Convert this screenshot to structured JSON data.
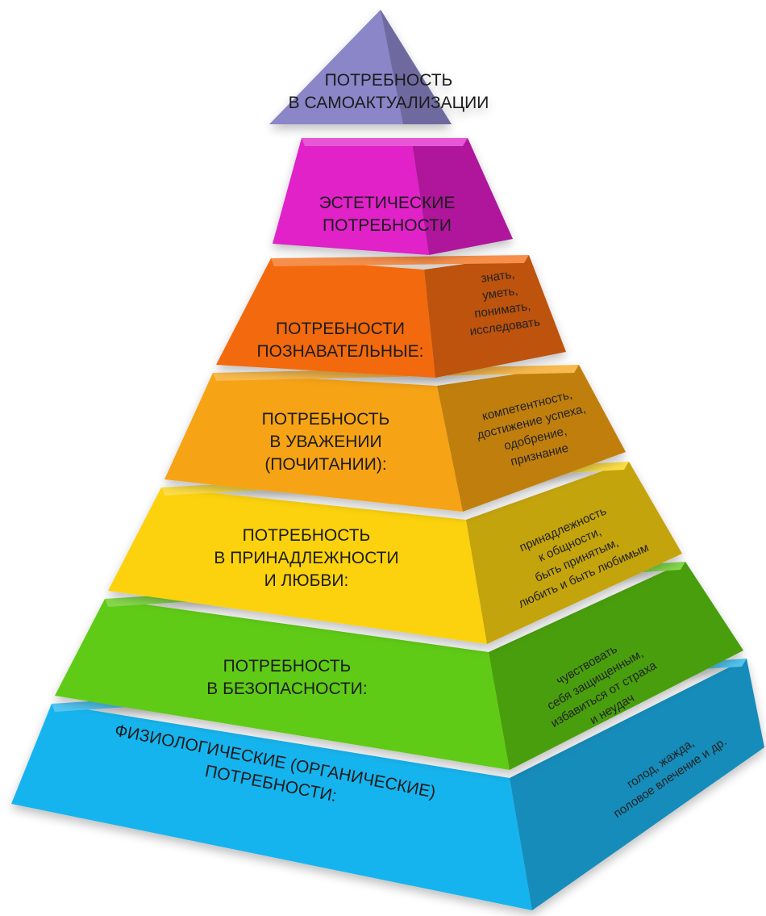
{
  "pyramid": {
    "levels": [
      {
        "id": "self-actualization",
        "label_lines": [
          "ПОТРЕБНОСТЬ",
          "В САМОАКТУАЛИЗАЦИИ"
        ],
        "details_lines": [],
        "color": "#8a86c8"
      },
      {
        "id": "aesthetic",
        "label_lines": [
          "ЭСТЕТИЧЕСКИЕ",
          "ПОТРЕБНОСТИ"
        ],
        "details_lines": [],
        "color": "#e020c8"
      },
      {
        "id": "cognitive",
        "label_lines": [
          "ПОТРЕБНОСТИ",
          "ПОЗНАВАТЕЛЬНЫЕ:"
        ],
        "details_lines": [
          "знать,",
          "уметь,",
          "понимать,",
          "исследовать"
        ],
        "color": "#f26a10"
      },
      {
        "id": "esteem",
        "label_lines": [
          "ПОТРЕБНОСТЬ",
          "В УВАЖЕНИИ",
          "(ПОЧИТАНИИ):"
        ],
        "details_lines": [
          "компетентность,",
          "достижение успеха,",
          "одобрение,",
          "признание"
        ],
        "color": "#f6a312"
      },
      {
        "id": "belonging",
        "label_lines": [
          "ПОТРЕБНОСТЬ",
          "В ПРИНАДЛЕЖНОСТИ",
          "И ЛЮБВИ:"
        ],
        "details_lines": [
          "принадлежность",
          "к общности,",
          "быть принятым,",
          "любить и быть любимым"
        ],
        "color": "#fbd20a"
      },
      {
        "id": "safety",
        "label_lines": [
          "ПОТРЕБНОСТЬ",
          "В БЕЗОПАСНОСТИ:"
        ],
        "details_lines": [
          "чувствовать",
          "себя защищенным,",
          "избавиться от страха",
          "и неудач"
        ],
        "color": "#5ecb12"
      },
      {
        "id": "physiological",
        "label_lines": [
          "ФИЗИОЛОГИЧЕСКИЕ (ОРГАНИЧЕСКИЕ)",
          "ПОТРЕБНОСТИ:"
        ],
        "details_lines": [
          "голод, жажда,",
          "половое влечение и др."
        ],
        "color": "#19b4ee"
      }
    ]
  }
}
